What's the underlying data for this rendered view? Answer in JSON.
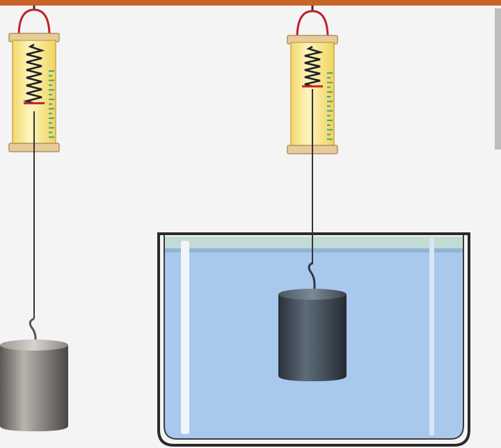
{
  "diagram": {
    "description_type": "spring-balance-buoyancy",
    "colors": {
      "background": "#f4f4f4",
      "rail": "#c8642a",
      "ring": "#c0202a",
      "cylinder_body": "#fbe98a",
      "cylinder_cap": "#e7cc9a",
      "spring": "#222222",
      "pointer": "#c0202a",
      "scale_ticks": "#3fa383",
      "string": "#333333",
      "weight_air": "#8a8580",
      "weight_water": "#47525e",
      "water": "#a9c8ee",
      "water_surface": "#bcd7d0",
      "tank_outline": "#2a2a2a"
    },
    "balances": [
      {
        "name": "balance-in-air",
        "pointer_level": 0.62,
        "spring_coils": 7
      },
      {
        "name": "balance-in-water",
        "pointer_level": 0.42,
        "spring_coils": 5
      }
    ],
    "weights": [
      {
        "name": "weight-in-air",
        "medium": "air"
      },
      {
        "name": "weight-in-water",
        "medium": "water"
      }
    ],
    "tank": {
      "contents": "water"
    }
  }
}
